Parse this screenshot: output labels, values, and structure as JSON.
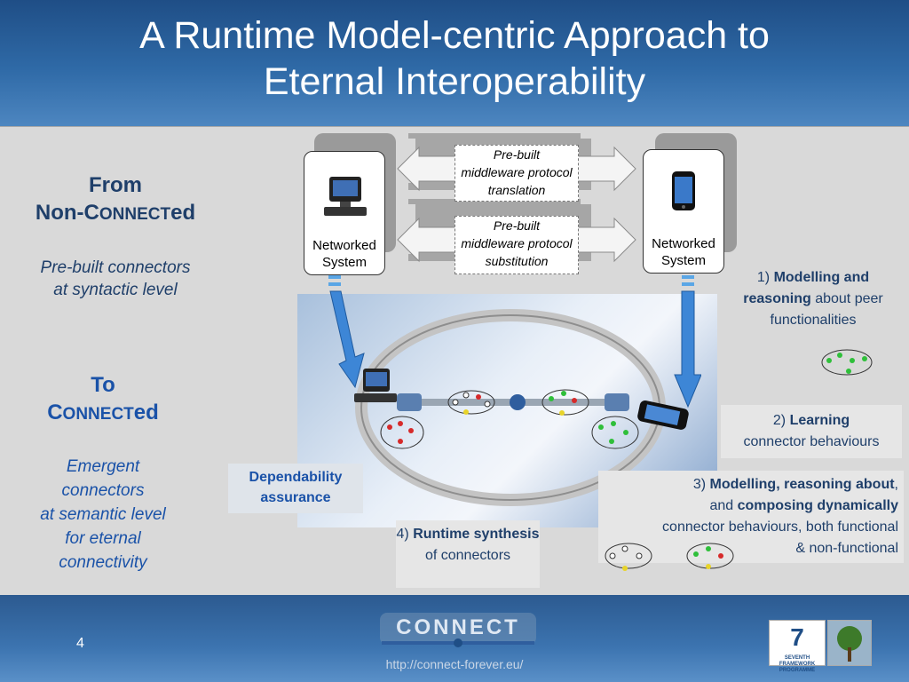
{
  "slide": {
    "title_line1": "A Runtime Model-centric Approach to",
    "title_line2": "Eternal Interoperability",
    "page_number": "4",
    "url": "http://connect-forever.eu/"
  },
  "left": {
    "from_line1": "From",
    "from_line2_prefix": "Non-C",
    "from_line2_small": "ONNECT",
    "from_line2_suffix": "ed",
    "from_desc_line1": "Pre-built connectors",
    "from_desc_line2": "at syntactic level",
    "to_line1": "To",
    "to_line2_prefix": "C",
    "to_line2_small": "ONNECT",
    "to_line2_suffix": "ed",
    "to_desc": [
      "Emergent",
      "connectors",
      "at semantic level",
      "for eternal",
      "connectivity"
    ]
  },
  "systems": {
    "left_label_1": "Networked",
    "left_label_2": "System",
    "right_label_1": "Networked",
    "right_label_2": "System"
  },
  "bridges": {
    "top": [
      "Pre-built",
      "middleware protocol",
      "translation"
    ],
    "bottom": [
      "Pre-built",
      "middleware protocol",
      "substitution"
    ]
  },
  "steps": {
    "s1_num": "1)",
    "s1_bold": "Modelling and reasoning",
    "s1_rest": "about peer functionalities",
    "s2_num": "2)",
    "s2_bold": "Learning",
    "s2_rest": "connector behaviours",
    "s3_num": "3)",
    "s3_bold1": "Modelling, reasoning about",
    "s3_and": "and",
    "s3_bold2": "composing dynamically",
    "s3_rest1": "connector behaviours, both functional",
    "s3_rest2": "& non-functional",
    "s4_num": "4)",
    "s4_bold": "Runtime synthesis",
    "s4_rest": "of connectors",
    "dependability_1": "Dependability",
    "dependability_2": "assurance"
  },
  "logos": {
    "connect_logo_text": "CONNECT",
    "fp7_text": "SEVENTH FRAMEWORK PROGRAMME"
  },
  "colors": {
    "header_blue": "#2f6aa7",
    "accent_blue": "#1a52a8",
    "dark_blue": "#1f3f6a",
    "arrow_blue": "#3d86d6",
    "node_green": "#2fbf3a",
    "node_red": "#d62a2a",
    "node_yellow": "#e8d42a"
  }
}
